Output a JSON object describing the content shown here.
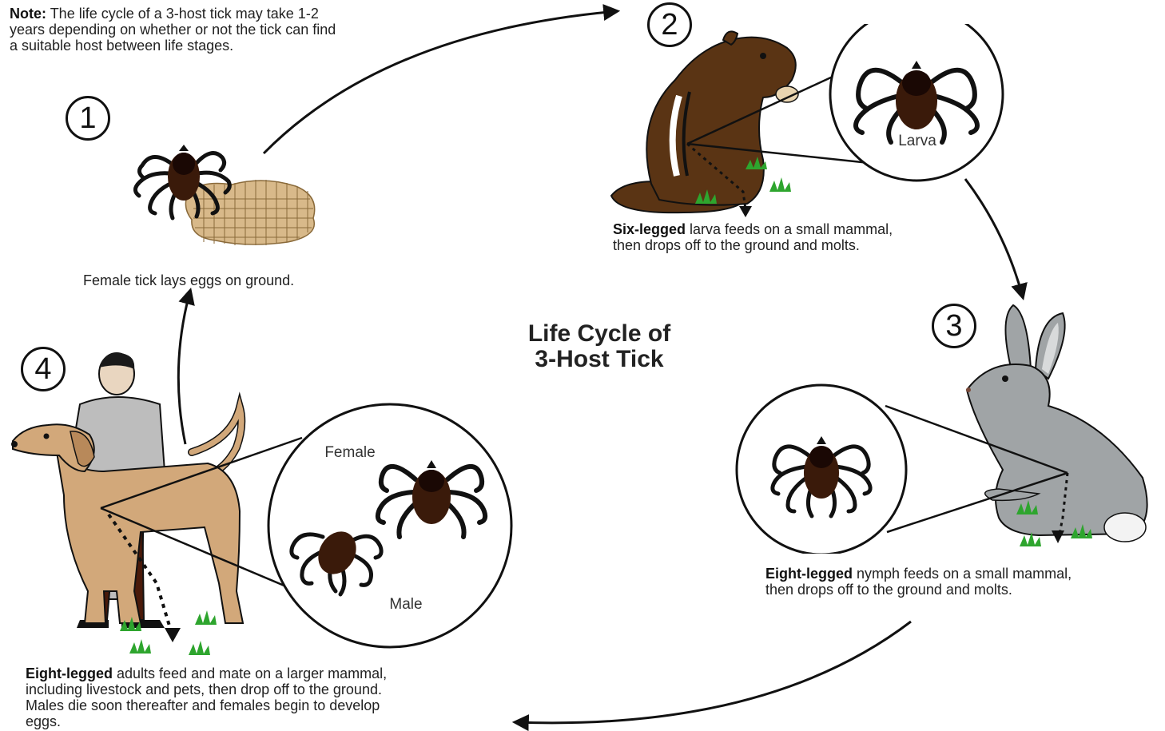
{
  "title": {
    "line1": "Life Cycle of",
    "line2": "3-Host Tick"
  },
  "note": {
    "label": "Note:",
    "lines": [
      "The life cycle of a 3-host tick may take 1-2",
      "years depending on whether or not the tick can find",
      "a suitable host between life stages."
    ]
  },
  "stages": [
    {
      "number": "1",
      "caption_bold": "",
      "caption_lines": [
        "Female tick lays eggs on ground."
      ]
    },
    {
      "number": "2",
      "caption_bold": "Six-legged",
      "caption_lines": [
        " larva feeds on a small mammal,",
        "then drops off to the ground and molts."
      ],
      "circle_label": "Larva"
    },
    {
      "number": "3",
      "caption_bold": "Eight-legged",
      "caption_lines": [
        " nymph feeds on a small mammal,",
        "then drops off to the ground and molts."
      ]
    },
    {
      "number": "4",
      "caption_bold": "Eight-legged",
      "caption_lines": [
        " adults feed and mate on a larger mammal,",
        "including livestock and pets, then drop off to the ground.",
        "Males die soon thereafter and females begin to develop",
        "eggs."
      ],
      "circle_labels": [
        "Female",
        "Male"
      ]
    }
  ],
  "colors": {
    "tick_body": "#3a1a0a",
    "tick_shield": "#1a0804",
    "chipmunk": "#5a3414",
    "rabbit": "#a0a4a6",
    "dog": "#d2a87a",
    "grass": "#2ea52e",
    "eggs": "#d8b98a"
  }
}
